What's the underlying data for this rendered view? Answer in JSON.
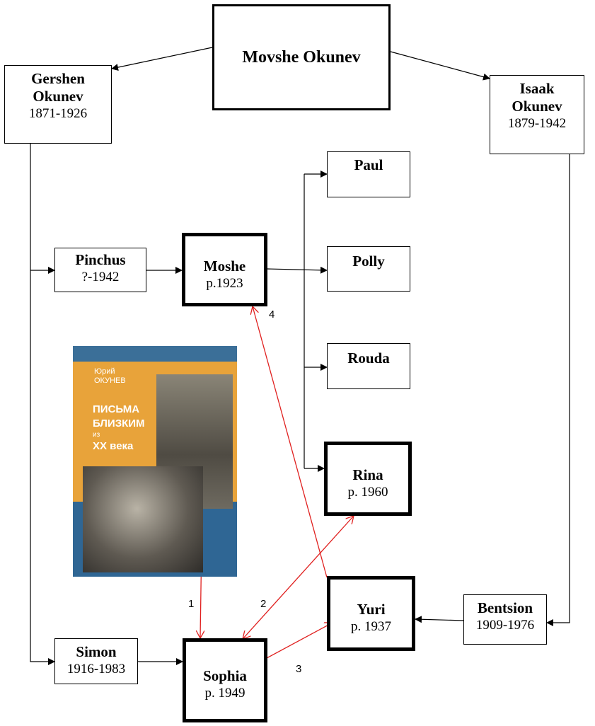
{
  "nodes": {
    "movshe": {
      "name": "Movshe Okunev"
    },
    "gershen": {
      "name_line1": "Gershen",
      "name_line2": "Okunev",
      "dates": "1871-1926"
    },
    "isaak": {
      "name_line1": "Isaak",
      "name_line2": "Okunev",
      "dates": "1879-1942"
    },
    "paul": {
      "name": "Paul"
    },
    "polly": {
      "name": "Polly"
    },
    "rouda": {
      "name": "Rouda"
    },
    "pinchus": {
      "name": "Pinchus",
      "dates": "?-1942"
    },
    "moshe": {
      "name": "Moshe",
      "dates": "p.1923"
    },
    "rina": {
      "name": "Rina",
      "dates": "p. 1960"
    },
    "yuri": {
      "name": "Yuri",
      "dates": "p. 1937"
    },
    "bentsion": {
      "name": "Bentsion",
      "dates": "1909-1976"
    },
    "simon": {
      "name": "Simon",
      "dates": "1916-1983"
    },
    "sophia": {
      "name": "Sophia",
      "dates": "p. 1949"
    }
  },
  "book": {
    "author_line1": "Юрий",
    "author_line2": "ОКУНЕВ",
    "title_line1": "ПИСЬМА",
    "title_line2": "БЛИЗКИМ",
    "title_line3": "из",
    "title_line4": "XX века"
  },
  "connection_labels": [
    "1",
    "2",
    "3",
    "4"
  ],
  "colors": {
    "black_line": "#000000",
    "red_line": "#e0201f"
  }
}
